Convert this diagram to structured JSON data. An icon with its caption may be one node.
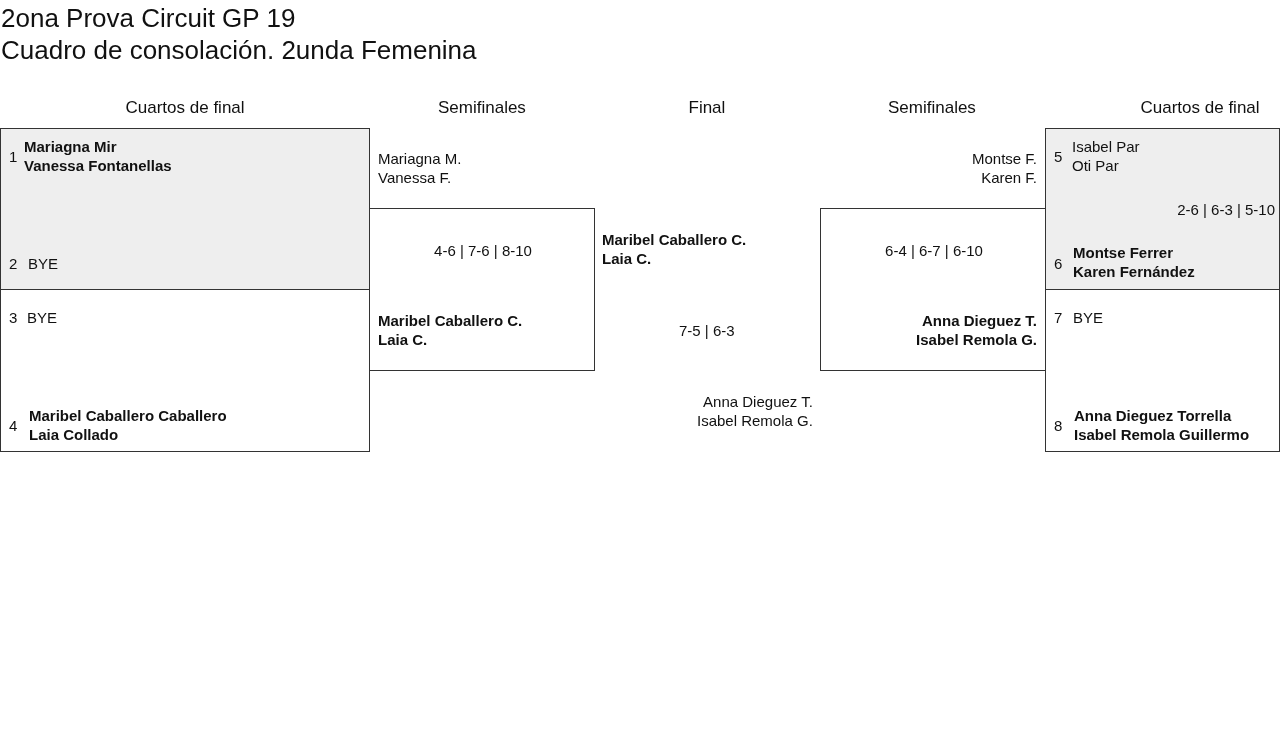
{
  "diagram": {
    "title": "2ona Prova Circuit GP 19",
    "nodes": [
      {
        "text": [
          "1",
          "Mariagna Mir Vanessa Fontanellas",
          "2",
          "BYE"
        ]
      },
      {
        "text": [
          "3",
          "BYE",
          "4",
          "Maribel Caballero Caballero Laia Collado"
        ]
      },
      {
        "text": [
          "Mariagna M. Vanessa F.",
          "4-6 | 7-6 | 8-10",
          "Maribel Caballero C. Laia C."
        ]
      },
      {
        "text": [
          "Montse F. Karen F.",
          "6-4 | 6-7 | 6-10",
          "Anna Dieguez T. Isabel Remola G."
        ]
      },
      {
        "text": [
          "5",
          "Isabel Par Oti Par",
          "2-6 | 6-3 | 5-10",
          "6",
          "Montse Ferrer Karen Fernández"
        ]
      },
      {
        "text": [
          "7",
          "BYE",
          "8",
          "Anna Dieguez Torrella Isabel Remola Guillermo"
        ]
      }
    ],
    "edges": [],
    "labels": [
      "Cuadro de consolación. 2unda Femenina",
      "Cuartos de final",
      "Semifinales",
      "Final",
      "Semifinales",
      "Cuartos de final",
      "Maribel Caballero C. Laia C.",
      "7-5 | 6-3",
      "Anna Dieguez T. Isabel Remola G."
    ]
  }
}
